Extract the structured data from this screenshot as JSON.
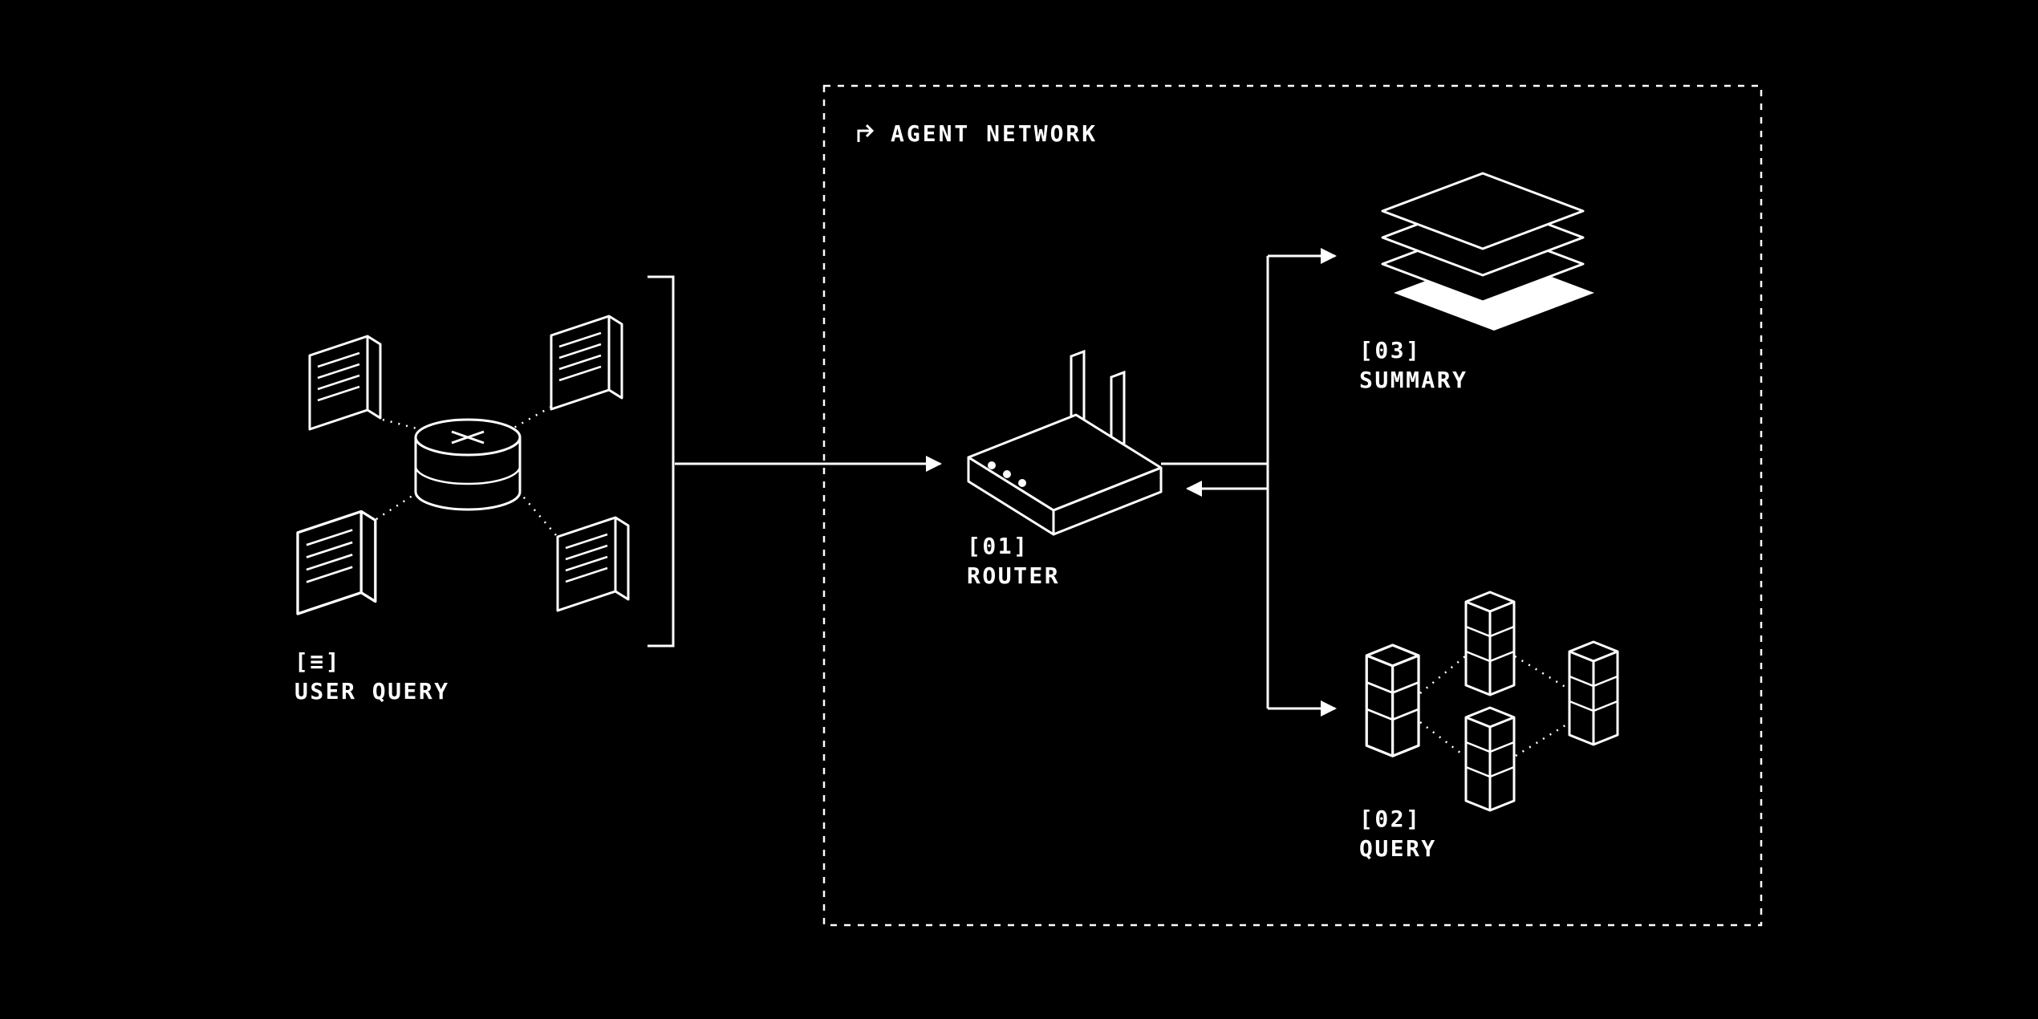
{
  "colors": {
    "background": "#000000",
    "foreground": "#ffffff"
  },
  "agent_network": {
    "title": "AGENT NETWORK"
  },
  "nodes": {
    "user_query": {
      "tag": "[≡]",
      "label": "USER QUERY"
    },
    "router": {
      "tag": "[01]",
      "label": "ROUTER"
    },
    "summary": {
      "tag": "[03]",
      "label": "SUMMARY"
    },
    "query": {
      "tag": "[02]",
      "label": "QUERY"
    }
  },
  "edges": [
    {
      "from": "USER QUERY",
      "to": "ROUTER"
    },
    {
      "from": "ROUTER",
      "to": "SUMMARY"
    },
    {
      "from": "ROUTER",
      "to": "QUERY"
    },
    {
      "from": "AGENT NETWORK",
      "to": "ROUTER",
      "note": "return"
    }
  ]
}
